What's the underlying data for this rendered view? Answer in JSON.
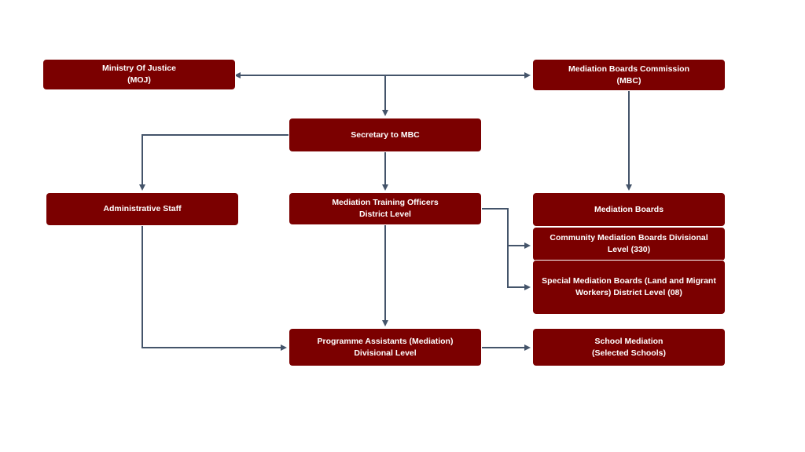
{
  "nodes": {
    "moj": {
      "line1": "Ministry Of Justice",
      "line2": "(MOJ)"
    },
    "mbc": {
      "line1": "Mediation Boards Commission",
      "line2": "(MBC)"
    },
    "secretary": {
      "line1": "Secretary to MBC"
    },
    "admin": {
      "line1": "Administrative Staff"
    },
    "mto": {
      "line1": "Mediation Training Officers",
      "line2": "District Level"
    },
    "mediation_boards": {
      "line1": "Mediation Boards"
    },
    "community": {
      "line1": "Community Mediation Boards Divisional Level (330)"
    },
    "special": {
      "line1": "Special Mediation Boards (Land and Migrant Workers) District Level (08)"
    },
    "programme": {
      "line1": "Programme Assistants (Mediation)",
      "line2": "Divisional Level"
    },
    "school": {
      "line1": "School Mediation",
      "line2": "(Selected Schools)"
    }
  },
  "colors": {
    "box_fill": "#7b0000",
    "box_text": "#ffffff",
    "connector": "#44546a"
  }
}
